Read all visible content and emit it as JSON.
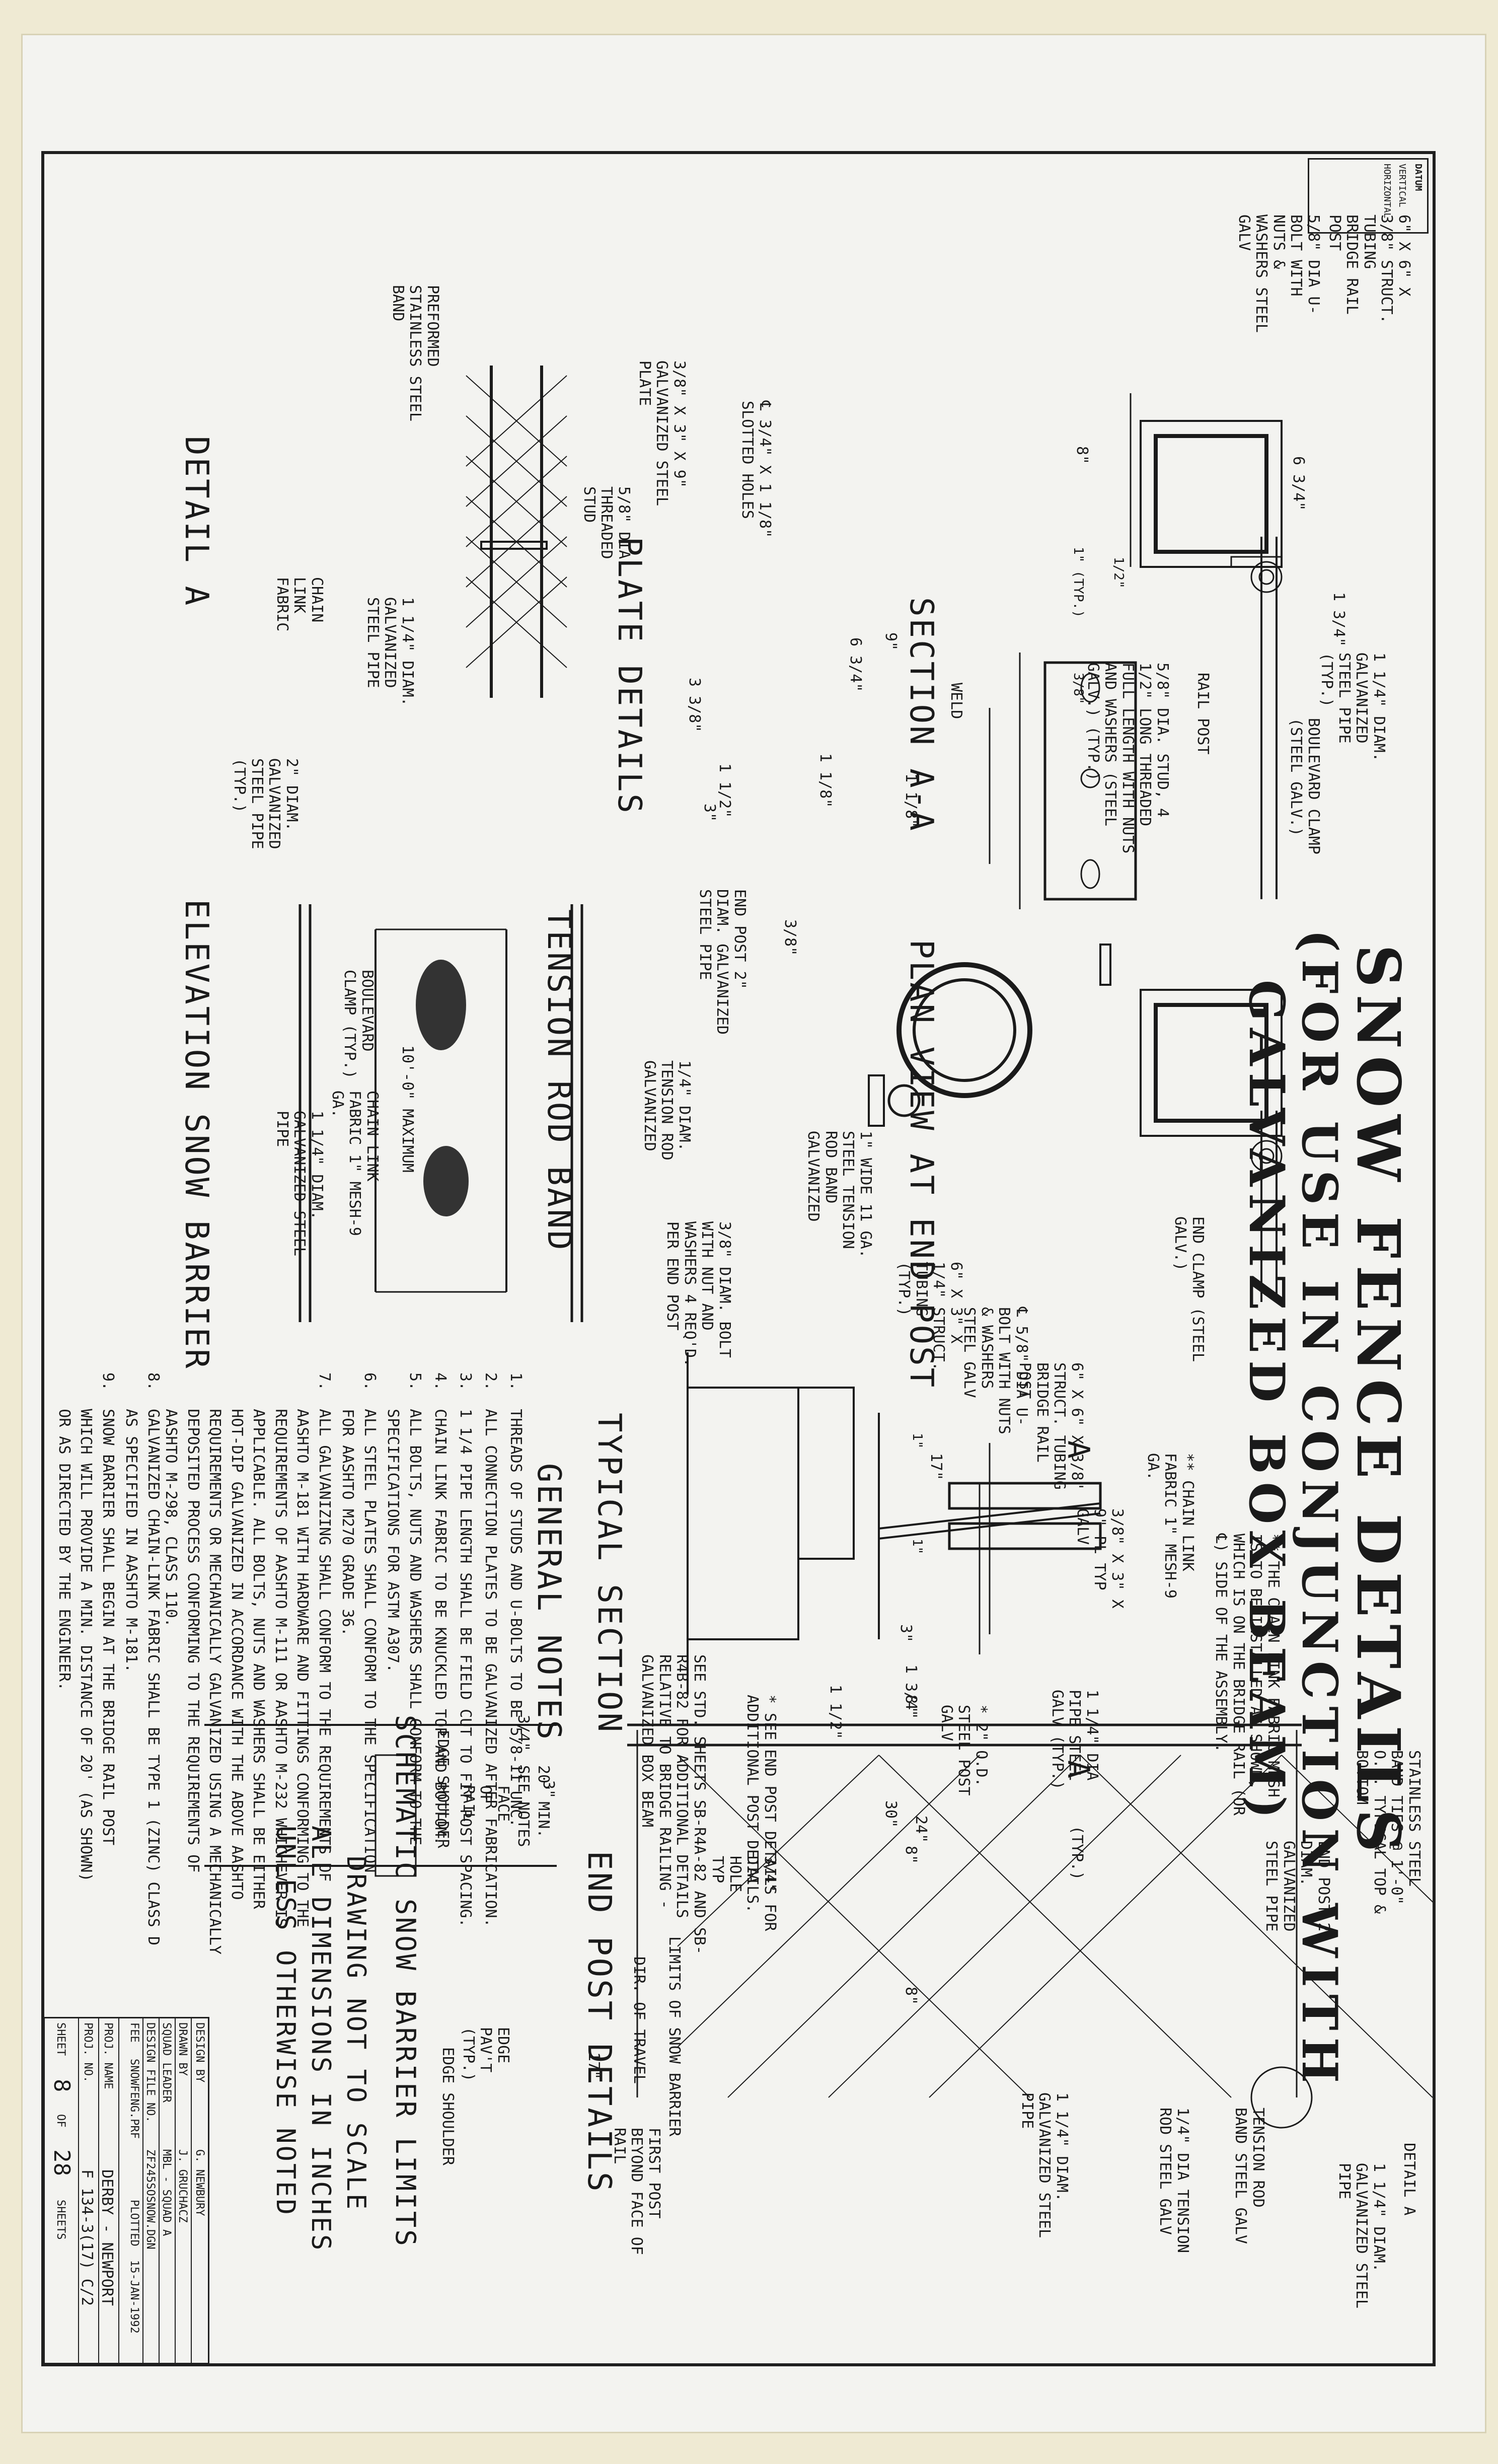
{
  "title": {
    "line1": "SNOW FENCE DETAILS",
    "line2": "(FOR USE IN CONJUNCTION WITH",
    "line3": "GALVANIZED BOX BEAM)"
  },
  "section_aa": {
    "heading": "SECTION A-A",
    "labels": {
      "post": "6\" X 6\" X 3/8\" STRUCT. TUBING BRIDGE RAIL POST",
      "ubolt": "5/8\" DIA U-BOLT WITH NUTS & WASHERS STEEL GALV",
      "dim_width": "6 3/4\"",
      "dim_top": "1 3/4\"",
      "dim_8": "8\"",
      "dim_typ": "1\" (TYP.)",
      "dim_half": "1/2\"",
      "dim_3_8": "3/8\"",
      "pipe": "1 1/4\" DIAM. GALVANIZED STEEL PIPE (TYP.)",
      "clamp": "BOULEVARD CLAMP (STEEL GALV.)",
      "centerline": "RAIL POST",
      "stud": "5/8\" DIA. STUD, 4 1/2\" LONG THREADED FULL LENGTH WITH NUTS AND WASHERS (STEEL GALV.) (TYP.)"
    }
  },
  "plan_view": {
    "heading": "PLAN VIEW AT END POST",
    "labels": {
      "endclamp": "END CLAMP (STEEL GALV.)"
    }
  },
  "plate_details": {
    "heading": "PLATE DETAILS",
    "labels": {
      "slotted": "℄ 3/4\" X 1 1/8\" SLOTTED HOLES",
      "plate": "3/8\" X 3\" X 9\" GALVANIZED STEEL PLATE",
      "stud": "5/8\" DIA THREADED STUD",
      "weld": "WELD",
      "dim_9": "9\"",
      "dim_634": "6 3/4\"",
      "dim_118a": "1 1/8\"",
      "dim_118b": "1 1/8\"",
      "dim_338": "3 3/8\"",
      "dim_112": "1 1/2\"",
      "dim_3": "3\"",
      "dim_38": "3/8\""
    }
  },
  "tension_band": {
    "heading": "TENSION ROD BAND",
    "labels": {
      "endpost": "END POST 2\" DIAM. GALVANIZED STEEL PIPE",
      "band": "1\" WIDE 11 GA. STEEL TENSION ROD BAND GALVANIZED",
      "rod": "1/4\" DIAM. TENSION ROD GALVANIZED",
      "bolt": "3/8\" DIAM. BOLT WITH NUT AND WASHERS 4 REQ'D. PER END POST"
    }
  },
  "detail_a": {
    "heading": "DETAIL A",
    "labels": {
      "band": "PREFORMED STAINLESS STEEL BAND",
      "pipe": "1 1/4\" DIAM. GALVANIZED STEEL PIPE",
      "fabric": "CHAIN LINK FABRIC"
    }
  },
  "elevation": {
    "heading": "ELEVATION SNOW BARRIER",
    "labels": {
      "pipe2": "2\" DIAM. GALVANIZED STEEL PIPE (TYP.)",
      "clamp": "BOULEVARD CLAMP (TYP.)",
      "max": "10'-0\" MAXIMUM",
      "fabric": "CHAIN LINK FABRIC 1\" MESH-9 GA.",
      "pipe114": "1 1/4\" DIAM. GALVANIZED STEEL PIPE"
    }
  },
  "typical_section": {
    "heading": "TYPICAL SECTION",
    "labels": {
      "fabric": "** CHAIN LINK FABRIC 1\" MESH-9 GA.",
      "note2": "** THE CHAIN LINK FABRIC MESH IS TO BE INSTALLED AS SHOWN, WHICH IS ON THE BRIDGE RAIL (OR ℄) SIDE OF THE ASSEMBLY.",
      "plate": "3/8\" X 3\" X 9\" PL TYP GALV",
      "post": "6\" X 6\" X 3/8\" STRUCT. TUBING BRIDGE RAIL POST",
      "ubolt": "℄ 5/8\" DIA U-BOLT WITH NUTS & WASHERS STEEL GALV",
      "tubing": "6\" X 3\" X 1/4\" STRUCT. TUBING (TYP.)",
      "dim17": "17\"",
      "dim1": "1\"",
      "dim1b": "1\"",
      "dim3": "3\"",
      "dim134": "1 3/4\"",
      "pipe": "1 1/4\" DIA PIPE STEEL GALV (TYP.)",
      "odsteel": "* 2\" O.D. STEEL POST GALV",
      "typ": "(TYP.)",
      "dim30": "30\"",
      "a1": "A",
      "a2": "A",
      "seeend": "* SEE END POST DETAILS FOR ADDITIONAL POST DETAILS.",
      "seestd": "SEE STD. SHEETS SB-R4A-82 AND SB-R4B-82 FOR ADDITIONAL DETAILS RELATIVE TO BRIDGE RAILING - GALVANIZED BOX BEAM"
    }
  },
  "general_notes": {
    "heading": "GENERAL NOTES",
    "items": [
      "1.  THREADS OF STUDS AND U-BOLTS TO BE 5/8-11 UNC.",
      "2.  ALL CONNECTION PLATES TO BE GALVANIZED AFTER FABRICATION.",
      "3.  1 1/4 PIPE LENGTH SHALL BE FIELD CUT TO FIT POST SPACING.",
      "4.  CHAIN LINK FABRIC TO BE KNUCKLED TOP AND BOTTOM.",
      "5.  ALL BOLTS, NUTS AND WASHERS SHALL CONFORM TO THE\n    SPECIFICATIONS FOR ASTM A307.",
      "6.  ALL STEEL PLATES SHALL CONFORM TO THE SPECIFICATION\n    FOR AASHTO M270 GRADE 36.",
      "7.  ALL GALVANIZING SHALL CONFORM TO THE REQUIREMENTS OF\n    AASHTO M-181 WITH HARDWARE AND FITTINGS CONFORMING TO THE\n    REQUIREMENTS OF AASHTO M-111 OR AASHTO M-232 WHICHEVER IS\n    APPLICABLE. ALL BOLTS, NUTS AND WASHERS SHALL BE EITHER\n    HOT-DIP GALVANIZED IN ACCORDANCE WITH THE ABOVE AASHTO\n    REQUIREMENTS OR MECHANICALLY GALVANIZED USING A MECHANICALLY\n    DEPOSITED PROCESS CONFORMING TO THE REQUIREMENTS OF\n    AASHTO M-298, CLASS 110.",
      "8.  GALVANIZED CHAIN-LINK FABRIC SHALL BE TYPE 1 (ZINC) CLASS D\n    AS SPECIFIED IN AASHTO M-181.",
      "9.  SNOW BARRIER SHALL BEGIN AT THE BRIDGE RAIL POST\n    WHICH WILL PROVIDE A MIN. DISTANCE OF 20' (AS SHOWN)\n    OR AS DIRECTED BY THE ENGINEER."
    ]
  },
  "end_post": {
    "heading": "END POST DETAILS",
    "labels": {
      "bandties": "STAINLESS STEEL BAND TIES @ 1'-0\" O.C. TYPICAL TOP & BOTTOM",
      "detaila": "DETAIL A",
      "pipe_r": "1 1/4\" DIAM. GALVANIZED STEEL PIPE",
      "endpost": "END POST 2\" DIAM. GALVANIZED STEEL PIPE",
      "hole": "3/4\" DIA HOLE TYP",
      "dim24": "24\"",
      "dim112": "1 1/2\"",
      "dim8a": "8\"",
      "dim8b": "8\"",
      "dim8c": "8\"",
      "dim3": "3\"",
      "dim17": "17\"",
      "dim34": "3/4\"",
      "tband": "TENSION ROD BAND STEEL GALV",
      "trod": "1/4\" DIA TENSION ROD STEEL GALV",
      "pipe_b": "1 1/4\" DIAM. GALVANIZED STEEL PIPE"
    }
  },
  "schematic": {
    "heading": "SCHEMATIC SNOW BARRIER LIMITS",
    "labels": {
      "travel": "DIR. OF TRAVEL",
      "limits": "LIMITS OF SNOW BARRIER",
      "first": "FIRST POST BEYOND FACE OF RAIL",
      "min": "20' MIN.",
      "seenotes": "SEE NOTES",
      "face": "FACE OF RAIL",
      "edgepave": "EDGE PAV'T (TYP.)",
      "edge_l": "EDGE SHOULDER",
      "edge_r": "EDGE SHOULDER"
    }
  },
  "scale_notes": {
    "l1": "DRAWING NOT TO SCALE",
    "l2": "ALL DIMENSIONS IN INCHES",
    "l3": "UNLESS OTHERWISE NOTED"
  },
  "datum": {
    "title": "DATUM",
    "vertical": "VERTICAL",
    "horizontal": "HORIZONTAL"
  },
  "title_block": {
    "design_by_label": "DESIGN BY",
    "design_by": "G. NEWBURY",
    "drawn_by_label": "DRAWN BY",
    "drawn_by": "J. GRUCHACZ",
    "squad_label": "SQUAD LEADER",
    "squad": "MBL - SQUAD A",
    "file_label": "DESIGN FILE NO.",
    "file": "ZF245SOSNOW.DGN",
    "fee_label": "FEE",
    "fee": "SNOWFENG.PRF",
    "plot_label": "PLOTTED",
    "plot": "15-JAN-1992",
    "proj_label": "PROJ. NAME",
    "proj": "DERBY - NEWPORT",
    "projno_label": "PROJ. NO.",
    "projno": "F 134-3(17) C/2",
    "sheet_label": "SHEET",
    "sheet": "8",
    "of": "OF",
    "total": "28",
    "sheets": "SHEETS"
  }
}
